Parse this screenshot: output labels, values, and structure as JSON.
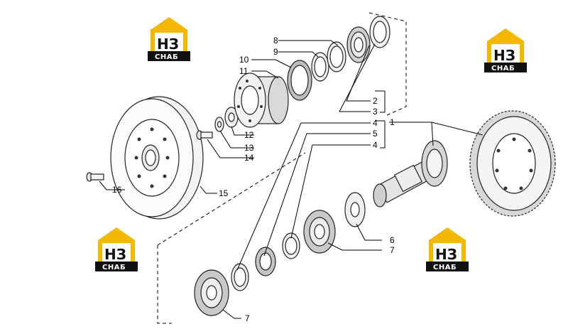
{
  "diagram": {
    "callouts": {
      "c1": "1",
      "c2": "2",
      "c3": "3",
      "c4a": "4",
      "c5": "5",
      "c4b": "4",
      "c6": "6",
      "c7a": "7",
      "c7b": "7",
      "c8": "8",
      "c9": "9",
      "c10": "10",
      "c11": "11",
      "c12": "12",
      "c13": "13",
      "c14": "14",
      "c15": "15",
      "c16": "16"
    }
  },
  "watermark": {
    "mark": "НЗ",
    "text": "СНАБ",
    "colors": {
      "roof": "#F5B800",
      "letters": "#111111",
      "band": "#111111"
    }
  }
}
